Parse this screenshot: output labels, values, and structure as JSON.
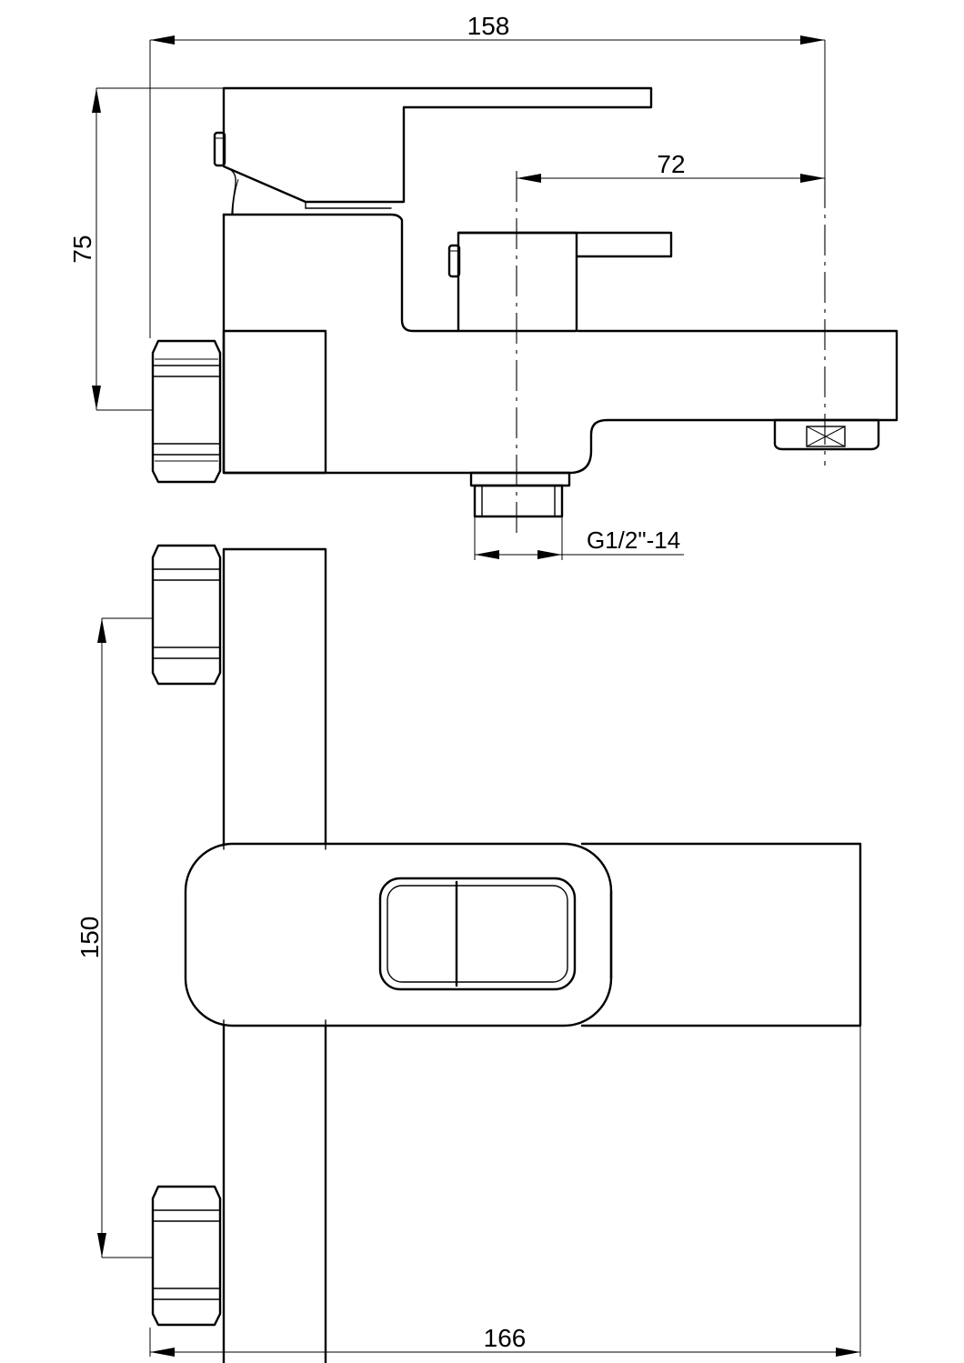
{
  "dimensions": {
    "overall_width_side": "158",
    "spout_reach": "72",
    "height": "75",
    "outlet_thread": "G1/2\"-14",
    "center_distance": "150",
    "overall_width_top": "166"
  }
}
